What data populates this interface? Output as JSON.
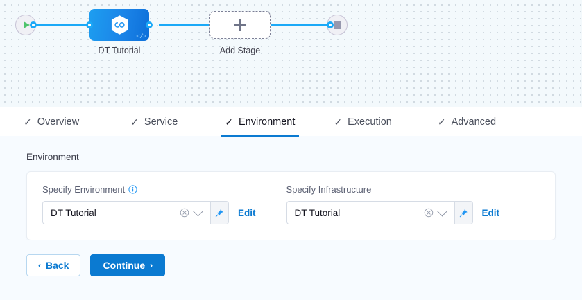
{
  "canvas": {
    "start_node": {
      "icon": "play-icon",
      "name": "pipeline-start-node"
    },
    "end_node": {
      "icon": "stop-icon",
      "name": "pipeline-end-node"
    },
    "stage": {
      "label": "DT Tutorial",
      "icon": "hexagon-infinity-icon",
      "badge": "</>"
    },
    "add_stage": {
      "label": "Add Stage",
      "icon": "plus-icon"
    }
  },
  "tabs": [
    {
      "label": "Overview",
      "check": "✓",
      "active": false
    },
    {
      "label": "Service",
      "check": "✓",
      "active": false
    },
    {
      "label": "Environment",
      "check": "✓",
      "active": true
    },
    {
      "label": "Execution",
      "check": "✓",
      "active": false
    },
    {
      "label": "Advanced",
      "check": "✓",
      "active": false
    }
  ],
  "section": {
    "title": "Environment",
    "fields": [
      {
        "label": "Specify Environment",
        "has_info": true,
        "value": "DT Tutorial",
        "placeholder": "DT Tutorial",
        "clear_icon": "clear-circle-icon",
        "chevron_icon": "chevron-down-icon",
        "pin_icon": "pin-icon",
        "edit_label": "Edit"
      },
      {
        "label": "Specify Infrastructure",
        "has_info": false,
        "value": "DT Tutorial",
        "placeholder": "DT Tutorial",
        "clear_icon": "clear-circle-icon",
        "chevron_icon": "chevron-down-icon",
        "pin_icon": "pin-icon",
        "edit_label": "Edit"
      }
    ]
  },
  "footer": {
    "back_label": "Back",
    "back_chevron": "‹",
    "continue_label": "Continue",
    "continue_chevron": "›"
  },
  "colors": {
    "accent_blue": "#0b7ad1",
    "edge_blue": "#1ba9f7",
    "stage_blue": "#1b84e8",
    "play_green": "#4dc36b",
    "canvas_bg": "#f3f9fc",
    "body_bg": "#f7fbff"
  }
}
